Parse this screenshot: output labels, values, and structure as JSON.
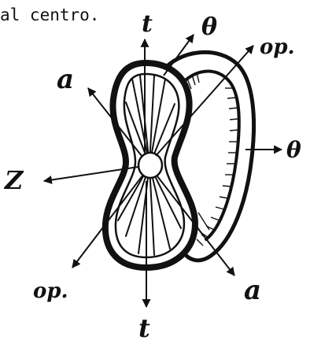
{
  "text_fragment": "al centro.",
  "labels": {
    "t_top": "t",
    "theta_top": "θ",
    "op_top_right": "op.",
    "a_top_left": "a",
    "theta_right": "θ",
    "z_left": "Z",
    "op_bottom_left": "op.",
    "t_bottom": "t",
    "a_bottom_right": "a"
  },
  "icons": {
    "arrowhead": "arrowhead-icon"
  }
}
